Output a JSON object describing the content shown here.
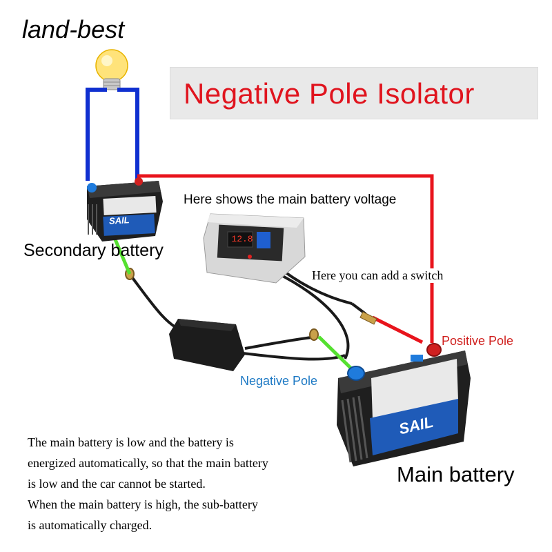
{
  "brand": "land-best",
  "title": "Negative Pole Isolator",
  "labels": {
    "voltage": "Here shows the main battery voltage",
    "switch": "Here you can add a switch",
    "secondary": "Secondary battery",
    "positive": "Positive Pole",
    "negative": "Negative Pole",
    "main": "Main battery"
  },
  "display_reading": "12.8",
  "battery_brand": "SAIL",
  "description": [
    "The main battery is low and the battery is",
    "energized automatically, so that the main battery",
    "is low and the car cannot be started.",
    "When the main battery is high, the sub-battery",
    "is automatically charged."
  ],
  "colors": {
    "title": "#e0141e",
    "positive_wire": "#e8141c",
    "bulb_wire": "#1030d0",
    "negative_wire": "#55e030",
    "positive_label": "#d0201e",
    "negative_label": "#1d79c4"
  }
}
